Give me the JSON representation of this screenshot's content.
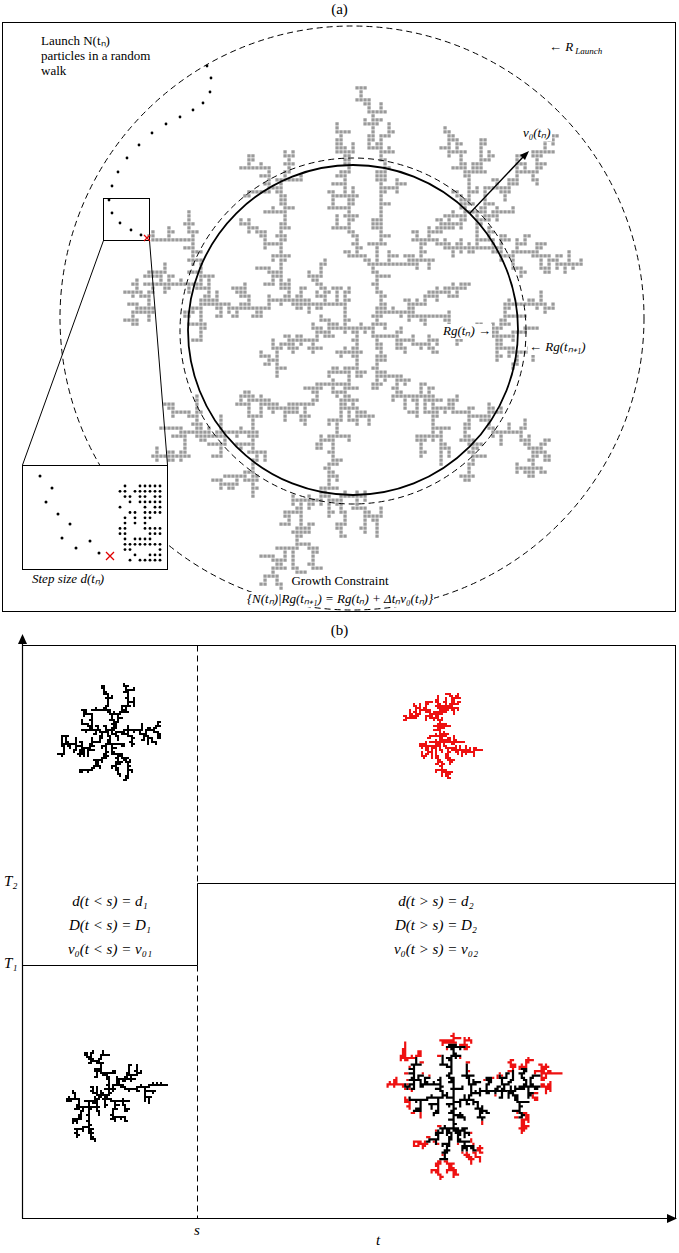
{
  "diagram": {
    "nodes": [
      {
        "text": [
          "Step size d(tₙ)"
        ]
      }
    ],
    "labels": [
      "(a)",
      "Launch N(tₙ) particles in a random walk",
      "← R",
      "Launch",
      "v₀(tₙ)",
      "Rg(tₙ) →",
      "← Rg(tₙ₊₁)",
      "Growth Constraint",
      "{N(tₙ)|Rg(tₙ₊₁) = Rg(tₙ) + Δtₙv₀(tₙ)}",
      "(b)",
      "T₂",
      "T₁",
      "d(t < s) = d₁",
      "D(t < s) = D₁",
      "v₀(t < s) = v₀₁",
      "d(t > s) = d₂",
      "D(t > s) = D₂",
      "v₀(t > s) = v₀₂",
      "s",
      "t"
    ]
  }
}
